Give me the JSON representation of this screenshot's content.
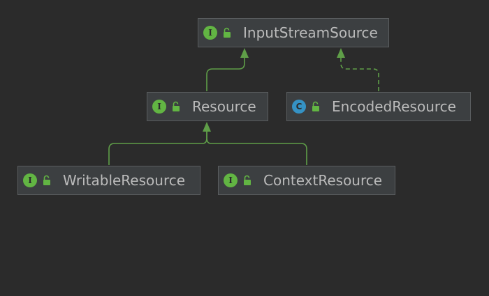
{
  "diagram": {
    "colors": {
      "background": "#2b2b2b",
      "node_fill": "#3c3f41",
      "node_border": "#5a5d5f",
      "text": "#bbbbbb",
      "interface_icon": "#62b543",
      "class_icon": "#3592c4",
      "edge": "#5f9e48"
    },
    "nodes": [
      {
        "id": "inputstreamsource",
        "label": "InputStreamSource",
        "kind": "interface",
        "kind_letter": "I",
        "icon": "unlocked-lock-icon"
      },
      {
        "id": "resource",
        "label": "Resource",
        "kind": "interface",
        "kind_letter": "I",
        "icon": "unlocked-lock-icon"
      },
      {
        "id": "encodedresource",
        "label": "EncodedResource",
        "kind": "class",
        "kind_letter": "C",
        "icon": "unlocked-lock-icon"
      },
      {
        "id": "writableresource",
        "label": "WritableResource",
        "kind": "interface",
        "kind_letter": "I",
        "icon": "unlocked-lock-icon"
      },
      {
        "id": "contextresource",
        "label": "ContextResource",
        "kind": "interface",
        "kind_letter": "I",
        "icon": "unlocked-lock-icon"
      }
    ],
    "edges": [
      {
        "from": "resource",
        "to": "inputstreamsource",
        "type": "extends",
        "style": "solid"
      },
      {
        "from": "encodedresource",
        "to": "inputstreamsource",
        "type": "implements",
        "style": "dashed"
      },
      {
        "from": "writableresource",
        "to": "resource",
        "type": "extends",
        "style": "solid"
      },
      {
        "from": "contextresource",
        "to": "resource",
        "type": "extends",
        "style": "solid"
      }
    ]
  }
}
